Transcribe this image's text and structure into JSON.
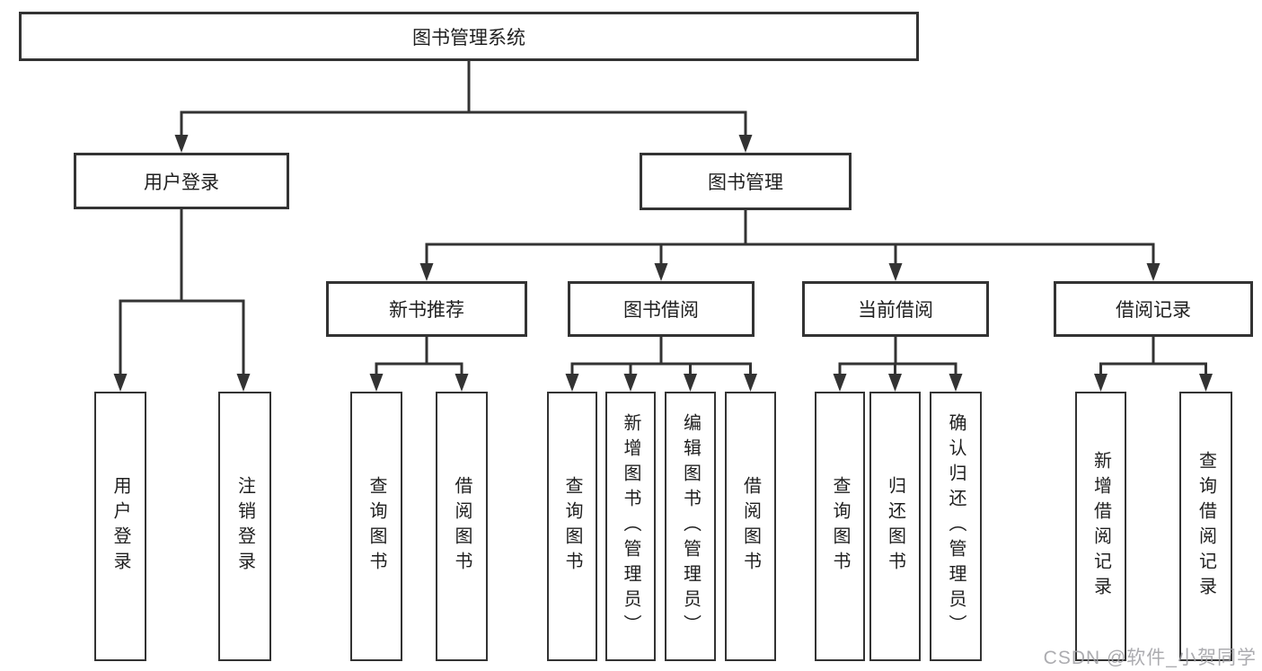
{
  "diagram": {
    "root": {
      "label": "图书管理系统"
    },
    "level2": [
      {
        "id": "user-login",
        "label": "用户登录"
      },
      {
        "id": "book-management",
        "label": "图书管理"
      }
    ],
    "level3": [
      {
        "id": "new-book-recommend",
        "label": "新书推荐"
      },
      {
        "id": "book-borrow",
        "label": "图书借阅"
      },
      {
        "id": "current-borrow",
        "label": "当前借阅"
      },
      {
        "id": "borrow-records",
        "label": "借阅记录"
      }
    ],
    "leaves": [
      {
        "id": "user-login",
        "parent": "user-login",
        "label": "用户登录"
      },
      {
        "id": "logout-login",
        "parent": "user-login",
        "label": "注销登录"
      },
      {
        "id": "query-book-recommend",
        "parent": "new-book-recommend",
        "label": "查询图书"
      },
      {
        "id": "borrow-book-recommend",
        "parent": "new-book-recommend",
        "label": "借阅图书"
      },
      {
        "id": "query-book-borrow",
        "parent": "book-borrow",
        "label": "查询图书"
      },
      {
        "id": "add-book-admin",
        "parent": "book-borrow",
        "label": "新增图书（管理员）"
      },
      {
        "id": "edit-book-admin",
        "parent": "book-borrow",
        "label": "编辑图书（管理员）"
      },
      {
        "id": "borrow-book",
        "parent": "book-borrow",
        "label": "借阅图书"
      },
      {
        "id": "query-book-current",
        "parent": "current-borrow",
        "label": "查询图书"
      },
      {
        "id": "return-book",
        "parent": "current-borrow",
        "label": "归还图书"
      },
      {
        "id": "confirm-return-admin",
        "parent": "current-borrow",
        "label": "确认归还（管理员）"
      },
      {
        "id": "add-borrow-record",
        "parent": "borrow-records",
        "label": "新增借阅记录"
      },
      {
        "id": "query-borrow-record",
        "parent": "borrow-records",
        "label": "查询借阅记录"
      }
    ]
  },
  "watermark": {
    "text": "CSDN @软件_小贺同学"
  },
  "colors": {
    "line": "#333333",
    "text": "#1f1f1f",
    "background": "#ffffff",
    "watermark": "#9e9ea2"
  }
}
